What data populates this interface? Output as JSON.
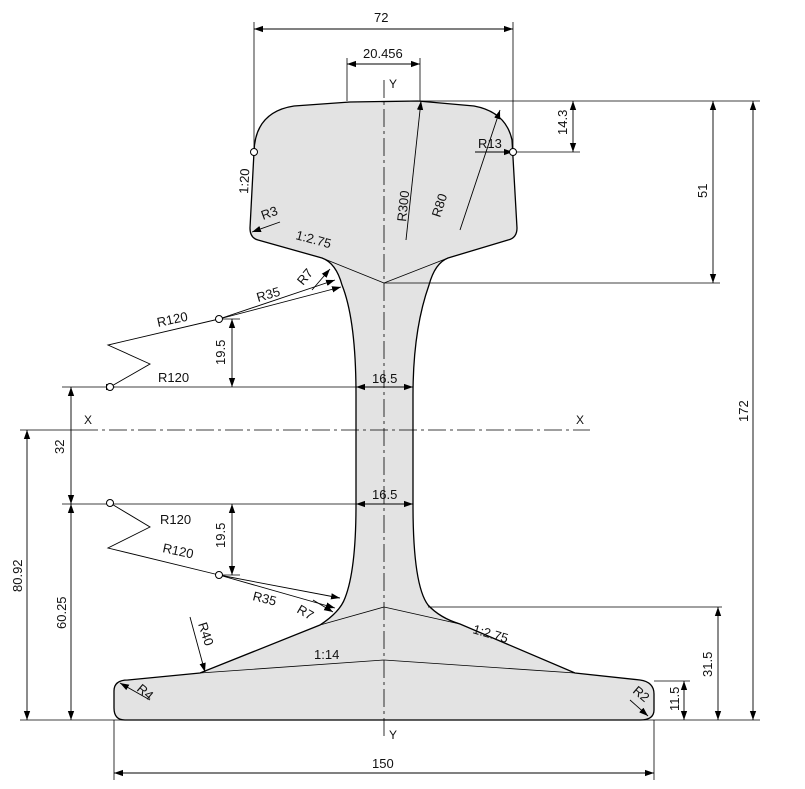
{
  "colors": {
    "profile_fill": "#e3e3e3",
    "line": "#000000"
  },
  "axes": {
    "y_top": "Y",
    "y_bottom": "Y",
    "x_left": "X",
    "x_right": "X"
  },
  "dimensions": {
    "head_width": "72",
    "crown_width": "20.456",
    "head_side_height": "14.3",
    "head_depth": "51",
    "total_height": "172",
    "base_width": "150",
    "web_upper": "16.5",
    "web_lower": "16.5",
    "centroid_offset": "32",
    "centroid_height": "80.92",
    "lower_web_level": "60.25",
    "upper_offset": "19.5",
    "lower_offset": "19.5",
    "foot_height": "31.5",
    "foot_edge": "11.5"
  },
  "radii": {
    "r13": "R13",
    "r300": "R300",
    "r80": "R80",
    "r3": "R3",
    "r7_top": "R7",
    "r35_top": "R35",
    "r120_top_a": "R120",
    "r120_top_b": "R120",
    "r120_bot_a": "R120",
    "r120_bot_b": "R120",
    "r35_bot": "R35",
    "r7_bot": "R7",
    "r40": "R40",
    "r4": "R4",
    "r2": "R2"
  },
  "slopes": {
    "head_side": "1:20",
    "head_under": "1:2.75",
    "foot_top_right": "1:2.75",
    "foot_mid": "1:14"
  }
}
